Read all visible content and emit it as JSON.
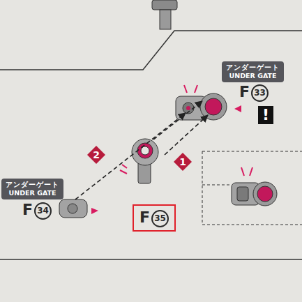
{
  "diagram": {
    "nodes": [
      {
        "text": [
          "アンダーゲート",
          "UNDER GATE"
        ]
      },
      {
        "text": [
          "!"
        ]
      },
      {
        "text": [
          "2"
        ]
      },
      {
        "text": [
          "1"
        ]
      },
      {
        "text": [
          "アンダーゲート",
          "UNDER GATE"
        ]
      },
      {
        "text": [
          "F35"
        ]
      }
    ],
    "labels": [
      "F33",
      "F34"
    ]
  }
}
